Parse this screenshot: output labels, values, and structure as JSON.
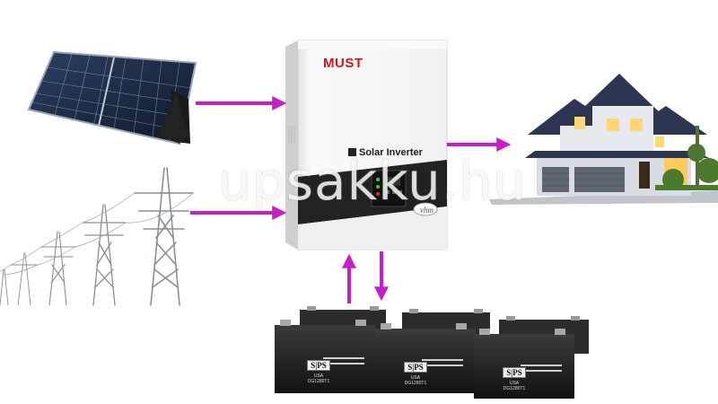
{
  "diagram": {
    "watermark": "upsakku.hu",
    "inverter": {
      "brand": "MUST",
      "product_name": "Solar Inverter",
      "badge": "vhm"
    },
    "battery": {
      "logo": "S|PS",
      "origin": "USA",
      "model": "DG1280T1"
    },
    "components": [
      "solar-panel-icon",
      "power-grid-icon",
      "solar-inverter",
      "house-icon",
      "battery-bank-icon"
    ],
    "colors": {
      "arrow": "#c81ec8",
      "inverter_body": "#f4f4f4",
      "battery_body": "#1c1c1c",
      "house_roof": "#2e3550",
      "house_wall": "#d9dde3",
      "panel_cells": "#1d2a44"
    }
  }
}
